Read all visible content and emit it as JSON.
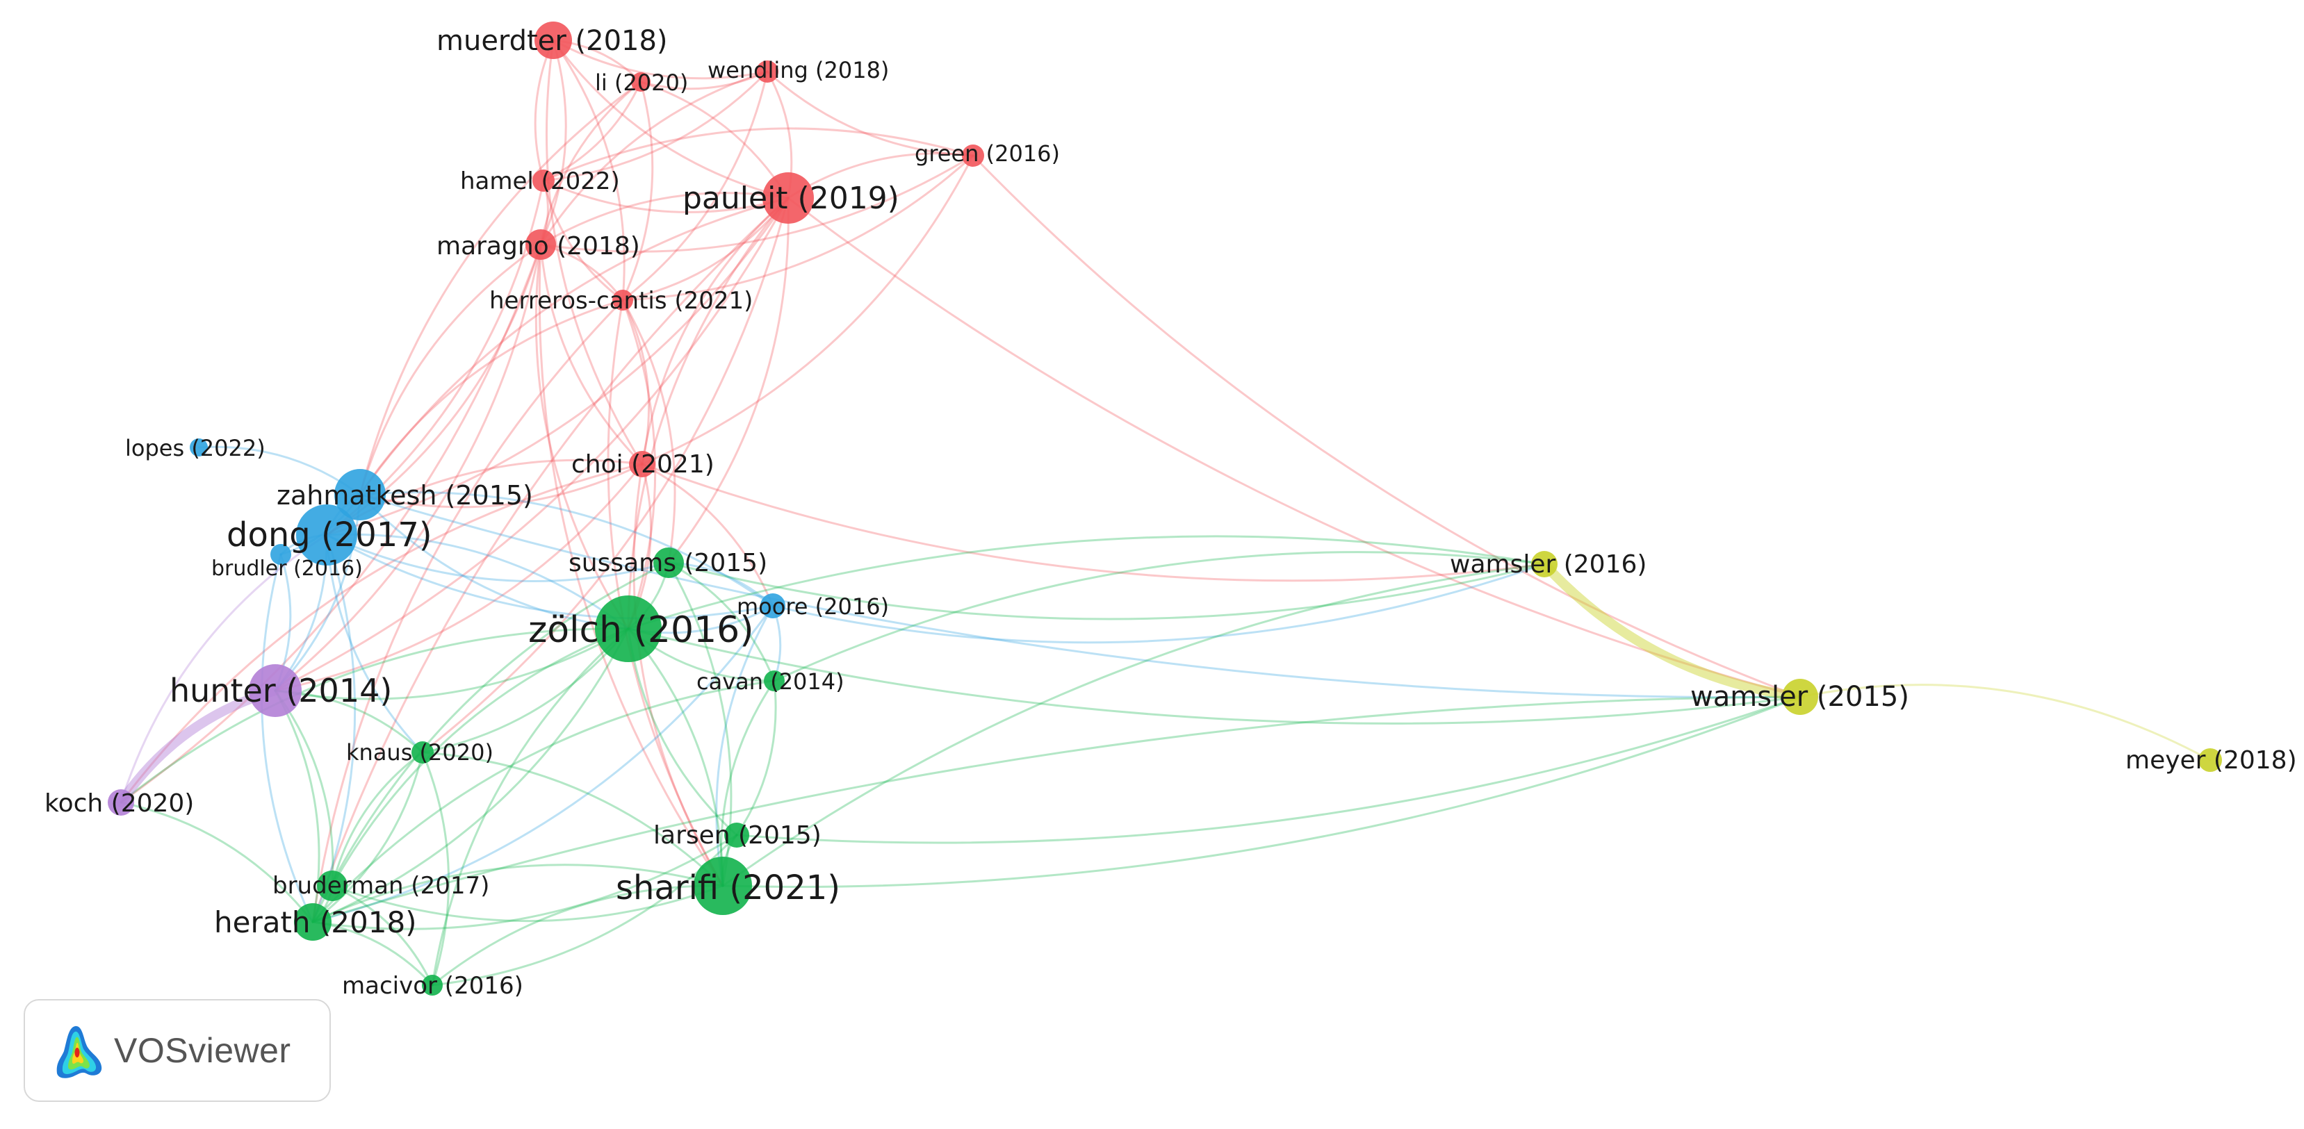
{
  "app": {
    "name": "VOSviewer"
  },
  "colors": {
    "red": "#f2555b",
    "blue": "#2fa3e0",
    "green": "#12b34d",
    "purple": "#b27fd6",
    "yellow": "#c9d22b"
  },
  "network": {
    "nodes": [
      {
        "id": "muerdter",
        "label": "muerdter (2018)",
        "cluster": "red"
      },
      {
        "id": "li",
        "label": "li (2020)",
        "cluster": "red"
      },
      {
        "id": "wendling",
        "label": "wendling (2018)",
        "cluster": "red"
      },
      {
        "id": "green",
        "label": "green (2016)",
        "cluster": "red"
      },
      {
        "id": "hamel",
        "label": "hamel (2022)",
        "cluster": "red"
      },
      {
        "id": "pauleit",
        "label": "pauleit (2019)",
        "cluster": "red"
      },
      {
        "id": "maragno",
        "label": "maragno (2018)",
        "cluster": "red"
      },
      {
        "id": "herreros",
        "label": "herreros-cantis (2021)",
        "cluster": "red"
      },
      {
        "id": "choi",
        "label": "choi (2021)",
        "cluster": "red"
      },
      {
        "id": "lopes",
        "label": "lopes (2022)",
        "cluster": "blue"
      },
      {
        "id": "zahmatkesh",
        "label": "zahmatkesh (2015)",
        "cluster": "blue"
      },
      {
        "id": "dong",
        "label": "dong (2017)",
        "cluster": "blue"
      },
      {
        "id": "brudler",
        "label": "brudler (2016)",
        "cluster": "blue"
      },
      {
        "id": "moore",
        "label": "moore (2016)",
        "cluster": "blue"
      },
      {
        "id": "sussams",
        "label": "sussams (2015)",
        "cluster": "green"
      },
      {
        "id": "zolch",
        "label": "zölch (2016)",
        "cluster": "green"
      },
      {
        "id": "cavan",
        "label": "cavan (2014)",
        "cluster": "green"
      },
      {
        "id": "knaus",
        "label": "knaus (2020)",
        "cluster": "green"
      },
      {
        "id": "larsen",
        "label": "larsen (2015)",
        "cluster": "green"
      },
      {
        "id": "sharifi",
        "label": "sharifi (2021)",
        "cluster": "green"
      },
      {
        "id": "bruderman",
        "label": "bruderman (2017)",
        "cluster": "green"
      },
      {
        "id": "herath",
        "label": "herath (2018)",
        "cluster": "green"
      },
      {
        "id": "macivor",
        "label": "macivor (2016)",
        "cluster": "green"
      },
      {
        "id": "hunter",
        "label": "hunter (2014)",
        "cluster": "purple"
      },
      {
        "id": "koch",
        "label": "koch (2020)",
        "cluster": "purple"
      },
      {
        "id": "wamsler2016",
        "label": "wamsler (2016)",
        "cluster": "yellow"
      },
      {
        "id": "wamsler2015",
        "label": "wamsler (2015)",
        "cluster": "yellow"
      },
      {
        "id": "meyer",
        "label": "meyer (2018)",
        "cluster": "yellow"
      }
    ],
    "links": [
      [
        "muerdter",
        "pauleit"
      ],
      [
        "muerdter",
        "maragno"
      ],
      [
        "muerdter",
        "hamel"
      ],
      [
        "muerdter",
        "li"
      ],
      [
        "muerdter",
        "wendling"
      ],
      [
        "muerdter",
        "herreros"
      ],
      [
        "muerdter",
        "choi"
      ],
      [
        "li",
        "pauleit"
      ],
      [
        "li",
        "maragno"
      ],
      [
        "li",
        "hamel"
      ],
      [
        "li",
        "wendling"
      ],
      [
        "li",
        "herreros"
      ],
      [
        "li",
        "zahmatkesh"
      ],
      [
        "wendling",
        "pauleit"
      ],
      [
        "wendling",
        "maragno"
      ],
      [
        "wendling",
        "hamel"
      ],
      [
        "wendling",
        "green"
      ],
      [
        "wendling",
        "herreros"
      ],
      [
        "green",
        "pauleit"
      ],
      [
        "green",
        "maragno"
      ],
      [
        "green",
        "hamel"
      ],
      [
        "green",
        "herreros"
      ],
      [
        "green",
        "wamsler2015"
      ],
      [
        "green",
        "choi"
      ],
      [
        "hamel",
        "pauleit"
      ],
      [
        "hamel",
        "maragno"
      ],
      [
        "hamel",
        "herreros"
      ],
      [
        "hamel",
        "dong"
      ],
      [
        "pauleit",
        "maragno"
      ],
      [
        "pauleit",
        "herreros"
      ],
      [
        "pauleit",
        "zahmatkesh"
      ],
      [
        "pauleit",
        "dong"
      ],
      [
        "pauleit",
        "zolch"
      ],
      [
        "pauleit",
        "hunter"
      ],
      [
        "pauleit",
        "wamsler2015"
      ],
      [
        "pauleit",
        "knaus"
      ],
      [
        "pauleit",
        "herath"
      ],
      [
        "pauleit",
        "sussams"
      ],
      [
        "pauleit",
        "choi"
      ],
      [
        "maragno",
        "herreros"
      ],
      [
        "maragno",
        "zahmatkesh"
      ],
      [
        "maragno",
        "dong"
      ],
      [
        "maragno",
        "zolch"
      ],
      [
        "maragno",
        "hunter"
      ],
      [
        "maragno",
        "sharifi"
      ],
      [
        "maragno",
        "koch"
      ],
      [
        "maragno",
        "choi"
      ],
      [
        "herreros",
        "choi"
      ],
      [
        "herreros",
        "zahmatkesh"
      ],
      [
        "herreros",
        "zolch"
      ],
      [
        "herreros",
        "sharifi"
      ],
      [
        "herreros",
        "sussams"
      ],
      [
        "herreros",
        "herath"
      ],
      [
        "choi",
        "zahmatkesh"
      ],
      [
        "choi",
        "dong"
      ],
      [
        "choi",
        "zolch"
      ],
      [
        "choi",
        "wamsler2016"
      ],
      [
        "choi",
        "hunter"
      ],
      [
        "choi",
        "sharifi"
      ],
      [
        "choi",
        "moore"
      ],
      [
        "choi",
        "koch"
      ],
      [
        "lopes",
        "zahmatkesh"
      ],
      [
        "zahmatkesh",
        "dong"
      ],
      [
        "zahmatkesh",
        "brudler"
      ],
      [
        "zahmatkesh",
        "zolch"
      ],
      [
        "zahmatkesh",
        "moore"
      ],
      [
        "zahmatkesh",
        "wamsler2015"
      ],
      [
        "zahmatkesh",
        "hunter"
      ],
      [
        "dong",
        "brudler"
      ],
      [
        "dong",
        "zolch"
      ],
      [
        "dong",
        "moore"
      ],
      [
        "dong",
        "hunter"
      ],
      [
        "dong",
        "knaus"
      ],
      [
        "dong",
        "herath"
      ],
      [
        "dong",
        "sussams"
      ],
      [
        "brudler",
        "hunter"
      ],
      [
        "brudler",
        "herath"
      ],
      [
        "moore",
        "zolch"
      ],
      [
        "moore",
        "wamsler2016"
      ],
      [
        "moore",
        "cavan"
      ],
      [
        "moore",
        "sussams"
      ],
      [
        "moore",
        "herath"
      ],
      [
        "moore",
        "sharifi"
      ],
      [
        "sussams",
        "zolch"
      ],
      [
        "sussams",
        "wamsler2016"
      ],
      [
        "sussams",
        "cavan"
      ],
      [
        "sussams",
        "herath"
      ],
      [
        "sussams",
        "sharifi"
      ],
      [
        "zolch",
        "cavan"
      ],
      [
        "zolch",
        "knaus"
      ],
      [
        "zolch",
        "larsen"
      ],
      [
        "zolch",
        "sharifi"
      ],
      [
        "zolch",
        "bruderman"
      ],
      [
        "zolch",
        "herath"
      ],
      [
        "zolch",
        "macivor"
      ],
      [
        "zolch",
        "hunter"
      ],
      [
        "zolch",
        "koch"
      ],
      [
        "zolch",
        "wamsler2016"
      ],
      [
        "zolch",
        "wamsler2015"
      ],
      [
        "cavan",
        "larsen"
      ],
      [
        "cavan",
        "sharifi"
      ],
      [
        "cavan",
        "wamsler2016"
      ],
      [
        "cavan",
        "herath"
      ],
      [
        "knaus",
        "herath"
      ],
      [
        "knaus",
        "bruderman"
      ],
      [
        "knaus",
        "macivor"
      ],
      [
        "knaus",
        "hunter"
      ],
      [
        "knaus",
        "sharifi"
      ],
      [
        "larsen",
        "sharifi"
      ],
      [
        "larsen",
        "herath"
      ],
      [
        "larsen",
        "wamsler2015"
      ],
      [
        "larsen",
        "macivor"
      ],
      [
        "sharifi",
        "wamsler2015"
      ],
      [
        "sharifi",
        "wamsler2016"
      ],
      [
        "sharifi",
        "herath"
      ],
      [
        "sharifi",
        "bruderman"
      ],
      [
        "sharifi",
        "macivor"
      ],
      [
        "bruderman",
        "herath"
      ],
      [
        "bruderman",
        "hunter"
      ],
      [
        "bruderman",
        "macivor"
      ],
      [
        "herath",
        "hunter"
      ],
      [
        "herath",
        "macivor"
      ],
      [
        "herath",
        "koch"
      ],
      [
        "herath",
        "wamsler2015"
      ],
      [
        "hunter",
        "koch"
      ],
      [
        "koch",
        "dong"
      ],
      [
        "wamsler2016",
        "wamsler2015"
      ],
      [
        "wamsler2015",
        "meyer"
      ]
    ]
  }
}
